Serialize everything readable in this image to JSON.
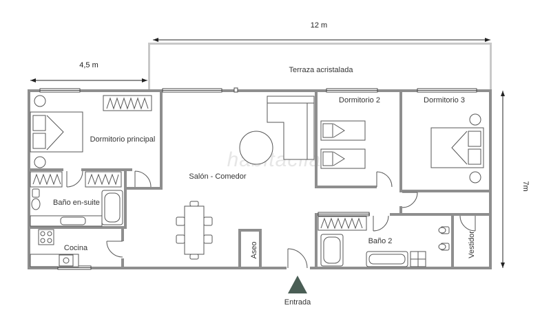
{
  "dimensions": {
    "total_width": "12 m",
    "principal_width": "4,5 m",
    "depth": "7m"
  },
  "rooms": {
    "terraza": "Terraza acristalada",
    "dormitorio_principal": "Dormitorio principal",
    "dormitorio_2": "Dormitorio 2",
    "dormitorio_3": "Dormitorio 3",
    "salon": "Salón - Comedor",
    "bano_ensuite": "Baño en-suite",
    "cocina": "Cocina",
    "aseo": "Aseo",
    "bano_2": "Baño 2",
    "vestidor": "Vestidor"
  },
  "entrance": {
    "label": "Entrada",
    "marker_color": "#4a5e55"
  },
  "watermark": {
    "text": "habitaclia"
  },
  "colors": {
    "wall": "#8e8e8e",
    "terrace_wall": "#c8c8c8",
    "line": "#555555"
  }
}
